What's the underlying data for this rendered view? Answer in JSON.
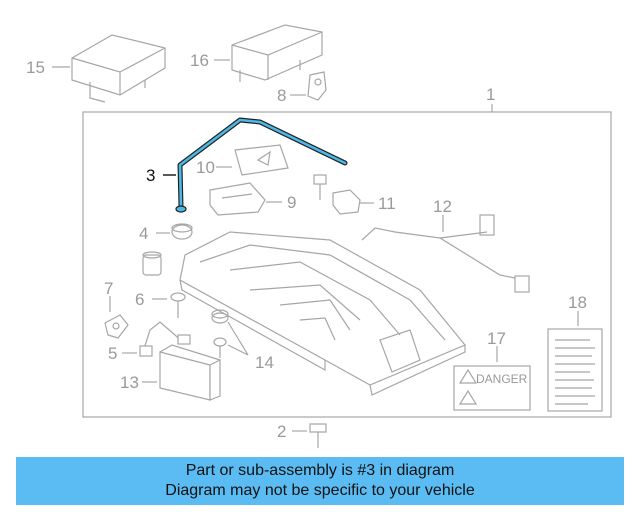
{
  "labels": {
    "n1": "1",
    "n2": "2",
    "n3": "3",
    "n4": "4",
    "n5": "5",
    "n6": "6",
    "n7": "7",
    "n8": "8",
    "n9": "9",
    "n10": "10",
    "n11": "11",
    "n12": "12",
    "n13": "13",
    "n14": "14",
    "n15": "15",
    "n16": "16",
    "n17": "17",
    "n18": "18"
  },
  "danger_label": "DANGER",
  "caption": {
    "line1": "Part or sub-assembly is #3 in diagram",
    "line2": "Diagram may not be specific to your vehicle"
  },
  "colors": {
    "highlight_part": "#4bb8e8",
    "caption_bg": "#5bbcf3",
    "callout_gray": "#9a9a9a"
  }
}
